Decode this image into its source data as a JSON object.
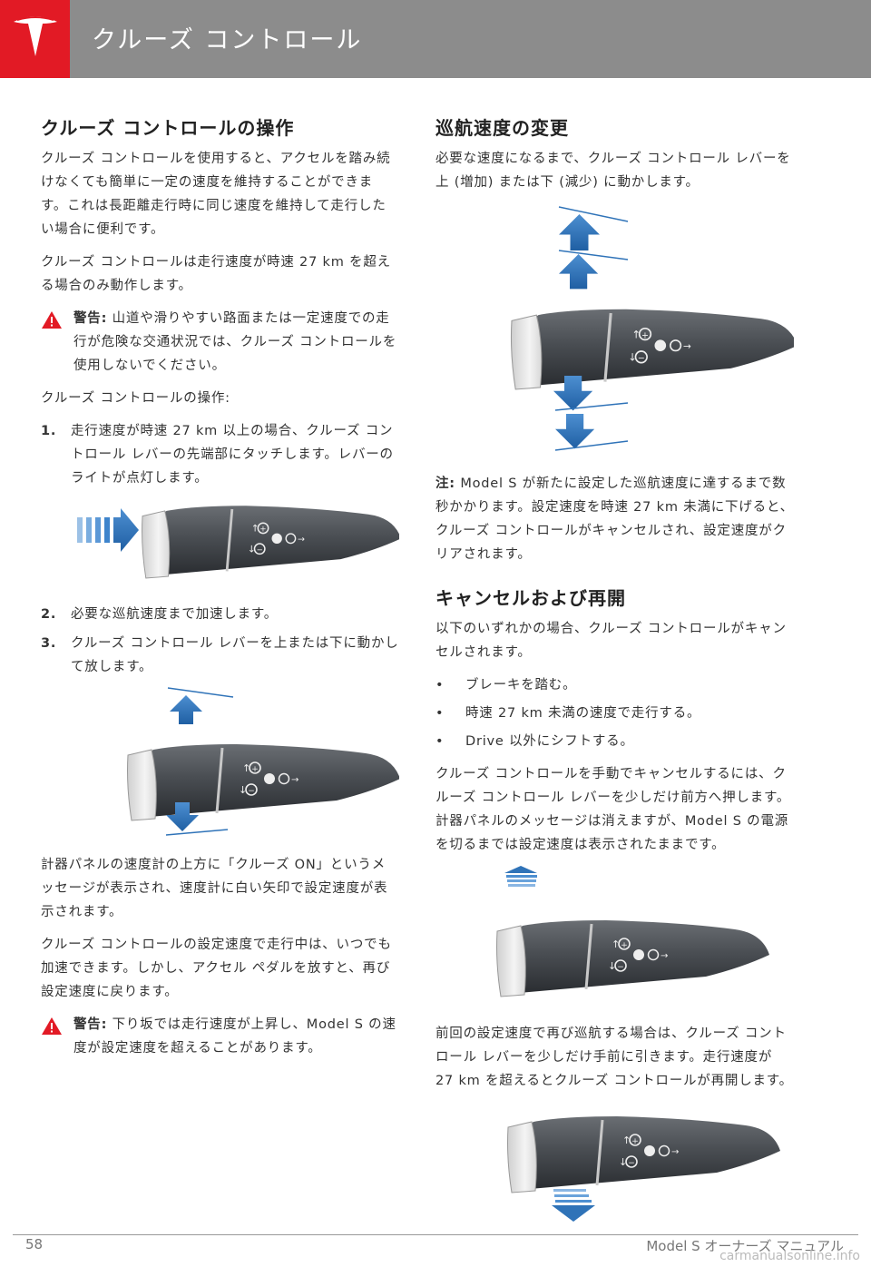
{
  "header": {
    "title": "クルーズ コントロール"
  },
  "left": {
    "h1": "クルーズ コントロールの操作",
    "p1": "クルーズ コントロールを使用すると、アクセルを踏み続けなくても簡単に一定の速度を維持することができます。これは長距離走行時に同じ速度を維持して走行したい場合に便利です。",
    "p2": "クルーズ コントロールは走行速度が時速 27 km を超える場合のみ動作します。",
    "warn1_label": "警告:",
    "warn1_text": " 山道や滑りやすい路面または一定速度での走行が危険な交通状況では、クルーズ コントロールを使用しないでください。",
    "p3": "クルーズ コントロールの操作:",
    "step1_num": "1.",
    "step1": "走行速度が時速 27 km 以上の場合、クルーズ コントロール レバーの先端部にタッチします。レバーのライトが点灯します。",
    "step2_num": "2.",
    "step2": "必要な巡航速度まで加速します。",
    "step3_num": "3.",
    "step3": "クルーズ コントロール レバーを上または下に動かして放します。",
    "p4": "計器パネルの速度計の上方に「クルーズ ON」というメッセージが表示され、速度計に白い矢印で設定速度が表示されます。",
    "p5": "クルーズ コントロールの設定速度で走行中は、いつでも加速できます。しかし、アクセル ペダルを放すと、再び設定速度に戻ります。",
    "warn2_label": "警告:",
    "warn2_text": " 下り坂では走行速度が上昇し、Model S の速度が設定速度を超えることがあります。"
  },
  "right": {
    "h1": "巡航速度の変更",
    "p1": "必要な速度になるまで、クルーズ コントロール レバーを上 (増加) または下 (減少) に動かします。",
    "note_label": "注:",
    "note_text": " Model S が新たに設定した巡航速度に達するまで数秒かかります。設定速度を時速 27 km 未満に下げると、クルーズ コントロールがキャンセルされ、設定速度がクリアされます。",
    "h2": "キャンセルおよび再開",
    "p2": "以下のいずれかの場合、クルーズ コントロールがキャンセルされます。",
    "bullet": "•",
    "b1": "ブレーキを踏む。",
    "b2": "時速 27 km 未満の速度で走行する。",
    "b3": "Drive 以外にシフトする。",
    "p3": "クルーズ コントロールを手動でキャンセルするには、クルーズ コントロール レバーを少しだけ前方へ押します。計器パネルのメッセージは消えますが、Model S の電源を切るまでは設定速度は表示されたままです。",
    "p4": "前回の設定速度で再び巡航する場合は、クルーズ コントロール レバーを少しだけ手前に引きます。走行速度が 27 km を超えるとクルーズ コントロールが再開します。"
  },
  "footer": {
    "page": "58",
    "title": "Model S オーナーズ マニュアル",
    "watermark": "carmanualsonline.info"
  },
  "icons": [
    "tesla-logo-icon",
    "warning-icon",
    "cruise-lever-icon",
    "arrow-up-icon",
    "arrow-down-icon",
    "arrow-right-icon"
  ],
  "colors": {
    "header_bg": "#8c8c8c",
    "logo_bg": "#e21a25",
    "arrow_blue": "#2f73b8",
    "warning": "#e21a25"
  }
}
